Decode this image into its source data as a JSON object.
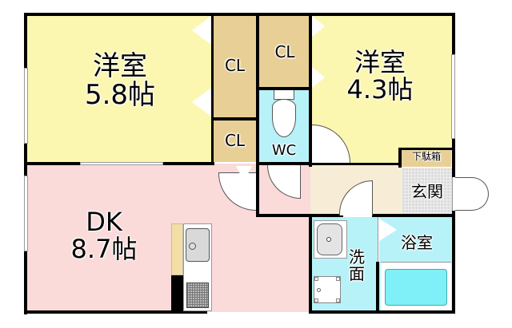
{
  "floorplan": {
    "rooms": {
      "western_room_1": {
        "name": "洋室",
        "size": "5.8帖"
      },
      "western_room_2": {
        "name": "洋室",
        "size": "4.3帖"
      },
      "dk": {
        "name": "DK",
        "size": "8.7帖"
      },
      "closet_1": {
        "name": "CL"
      },
      "closet_2": {
        "name": "CL"
      },
      "closet_3": {
        "name": "CL"
      },
      "toilet": {
        "name": "WC"
      },
      "shoe_box": {
        "name": "下駄箱"
      },
      "entrance": {
        "name": "玄関"
      },
      "washroom": {
        "name": "洗面"
      },
      "washroom_line1": "洗",
      "washroom_line2": "面",
      "bathroom": {
        "name": "浴室"
      }
    },
    "colors": {
      "western_room": "#fbf7b0",
      "dk": "#fbdada",
      "closet": "#e8cf96",
      "wet_area": "#b7f2f8",
      "hallway": "#f7ecd5",
      "entrance": "#dcdcdc",
      "wall": "#000000"
    }
  }
}
